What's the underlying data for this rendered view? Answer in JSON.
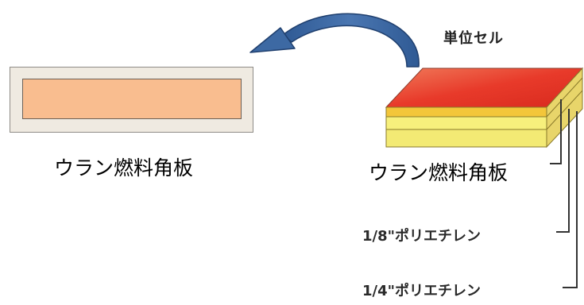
{
  "labels": {
    "left_plate": "ウラン燃料角板",
    "right_plate": "ウラン燃料角板",
    "unit_cell": "単位セル",
    "poly_1_8": "1/8\"ポリエチレン",
    "poly_1_4": "1/4\"ポリエチレン"
  },
  "colors": {
    "arrow": "#3d69a3",
    "plate_fill": "#f9bd8f",
    "frame_fill": "#efeae1",
    "fuel_top": "#e83a2a",
    "polyethylene": "#f5f08a"
  }
}
